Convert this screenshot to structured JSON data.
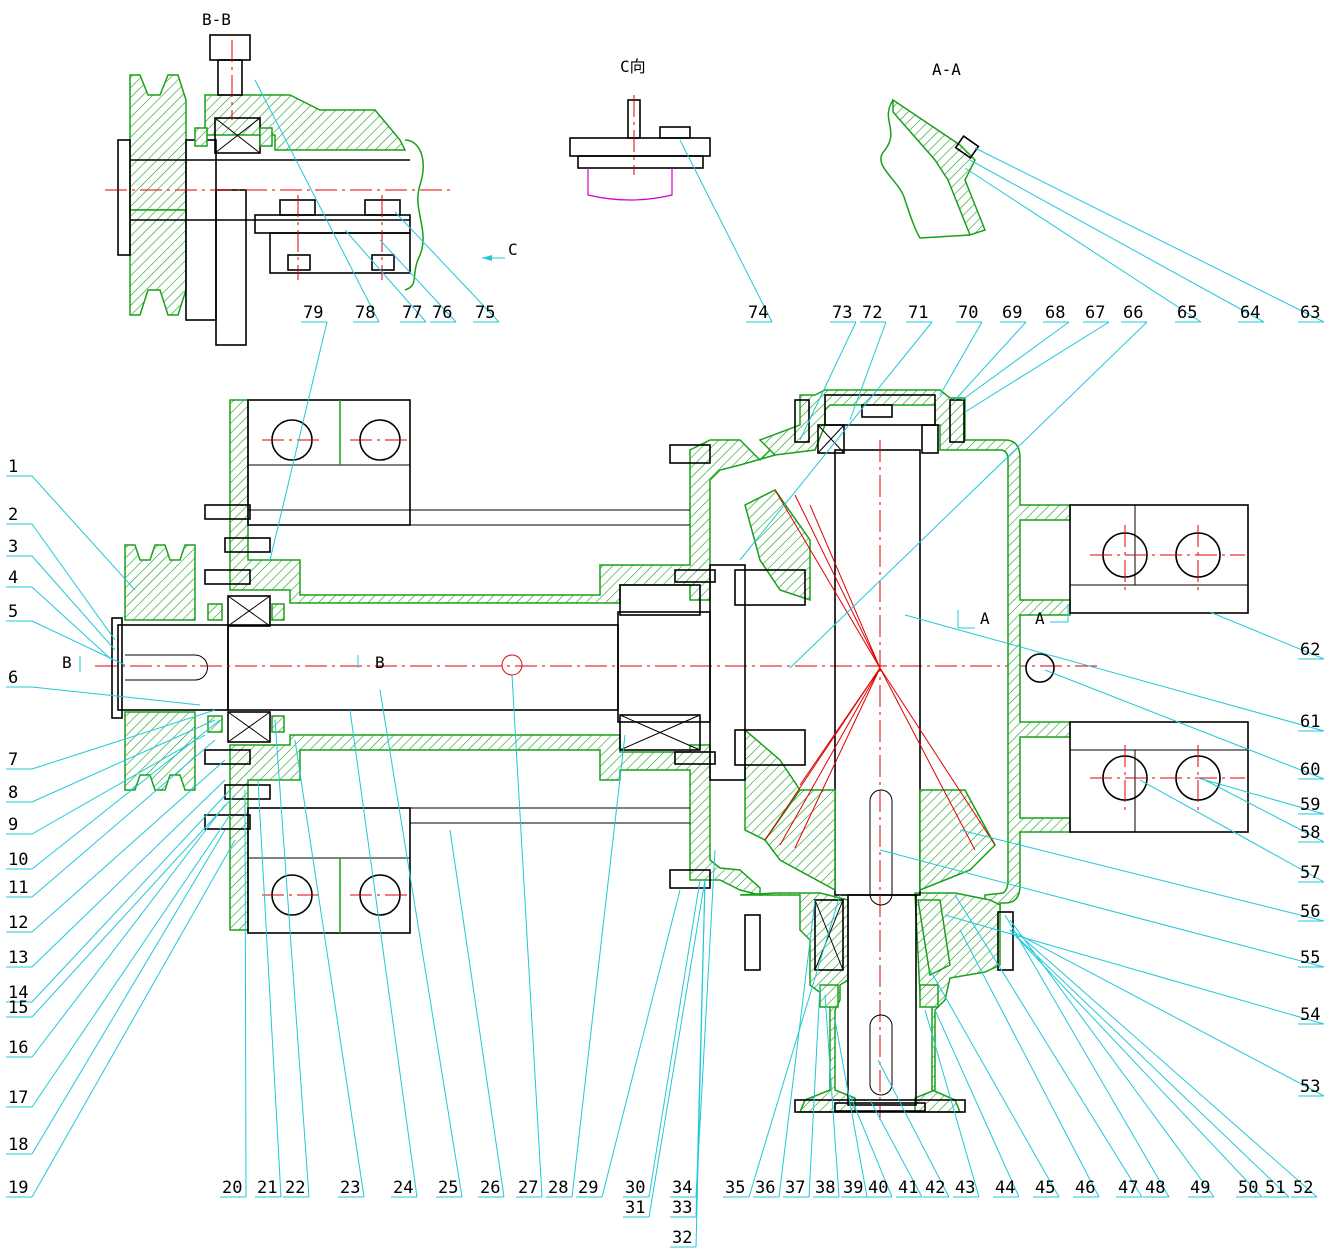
{
  "views": {
    "section_bb": "B-B",
    "view_c": "C向",
    "section_aa": "A-A",
    "arrow_c": "C",
    "cut_b_left": "B",
    "cut_b_mid": "B",
    "cut_a_left": "A",
    "cut_a_right": "A"
  },
  "left_labels": [
    "1",
    "2",
    "3",
    "4",
    "5",
    "6",
    "7",
    "8",
    "9",
    "10",
    "11",
    "12",
    "13",
    "14",
    "15",
    "16",
    "17",
    "18",
    "19"
  ],
  "bottom_labels": [
    "20",
    "21",
    "22",
    "23",
    "24",
    "25",
    "26",
    "27",
    "28",
    "29",
    "30",
    "31",
    "32",
    "33",
    "34",
    "35",
    "36",
    "37",
    "38",
    "39",
    "40",
    "41",
    "42",
    "43",
    "44",
    "45",
    "46",
    "47",
    "48",
    "49",
    "50",
    "51",
    "52"
  ],
  "right_labels": [
    "53",
    "54",
    "55",
    "56",
    "57",
    "58",
    "59",
    "60",
    "61",
    "62"
  ],
  "top_labels": [
    "63",
    "64",
    "65",
    "66",
    "67",
    "68",
    "69",
    "70",
    "71",
    "72",
    "73",
    "74",
    "75",
    "76",
    "77",
    "78",
    "79"
  ],
  "colors": {
    "hatch": "#19a019",
    "leader": "#20c8d8",
    "centerline": "#e00000",
    "outline": "#000000"
  }
}
